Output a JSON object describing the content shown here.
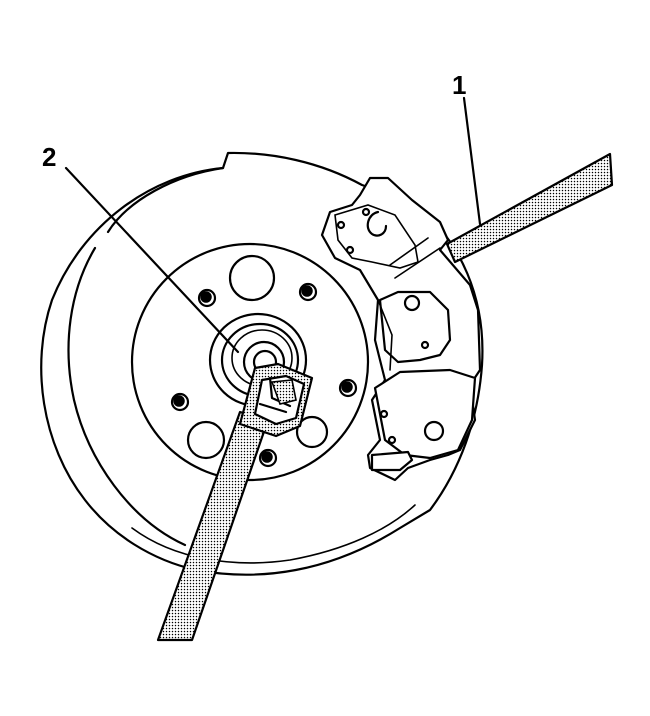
{
  "callouts": [
    {
      "id": "1",
      "label": "1"
    },
    {
      "id": "2",
      "label": "2"
    }
  ],
  "colors": {
    "line": "#000000",
    "background": "#ffffff",
    "tool_fill": "#d9d9d9"
  }
}
